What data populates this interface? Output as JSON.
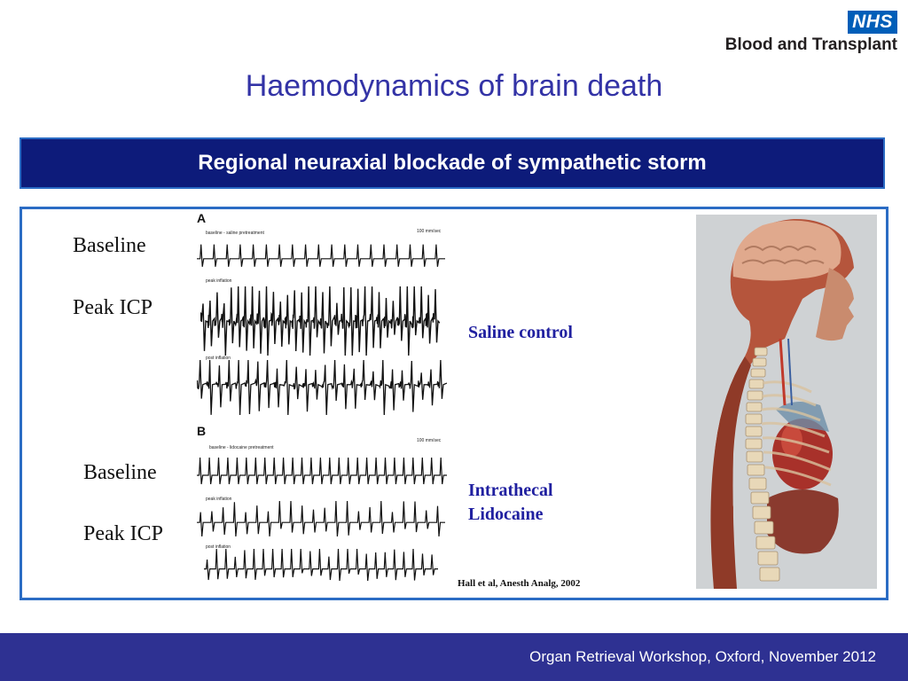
{
  "logo": {
    "mark": "NHS",
    "org": "Blood and Transplant"
  },
  "title": "Haemodynamics of brain death",
  "banner": "Regional neuraxial blockade of sympathetic storm",
  "figure": {
    "panel_a": {
      "letter": "A",
      "trace1_caption": "baseline - saline pretreatment",
      "speed": "100 mm/sec",
      "trace2_caption": "peak inflation",
      "trace3_caption": "post inflation"
    },
    "panel_b": {
      "letter": "B",
      "trace1_caption": "baseline - lidocaine pretreatment",
      "speed": "100 mm/sec",
      "trace2_caption": "peak inflation",
      "trace3_caption": "post inflation"
    }
  },
  "labels": {
    "a_baseline": "Baseline",
    "a_peak": "Peak ICP",
    "b_baseline": "Baseline",
    "b_peak": "Peak ICP"
  },
  "group_a": "Saline control",
  "group_b_line1": "Intrathecal",
  "group_b_line2": "Lidocaine",
  "citation": "Hall et al, Anesth Analg, 2002",
  "footer": "Organ Retrieval Workshop, Oxford, November 2012",
  "colors": {
    "title": "#3333a6",
    "banner_bg": "#0d1b7a",
    "border": "#2b6cc4",
    "footer_bg": "#2e3192",
    "nhs_blue": "#005eb8",
    "annotation": "#2020a0"
  }
}
